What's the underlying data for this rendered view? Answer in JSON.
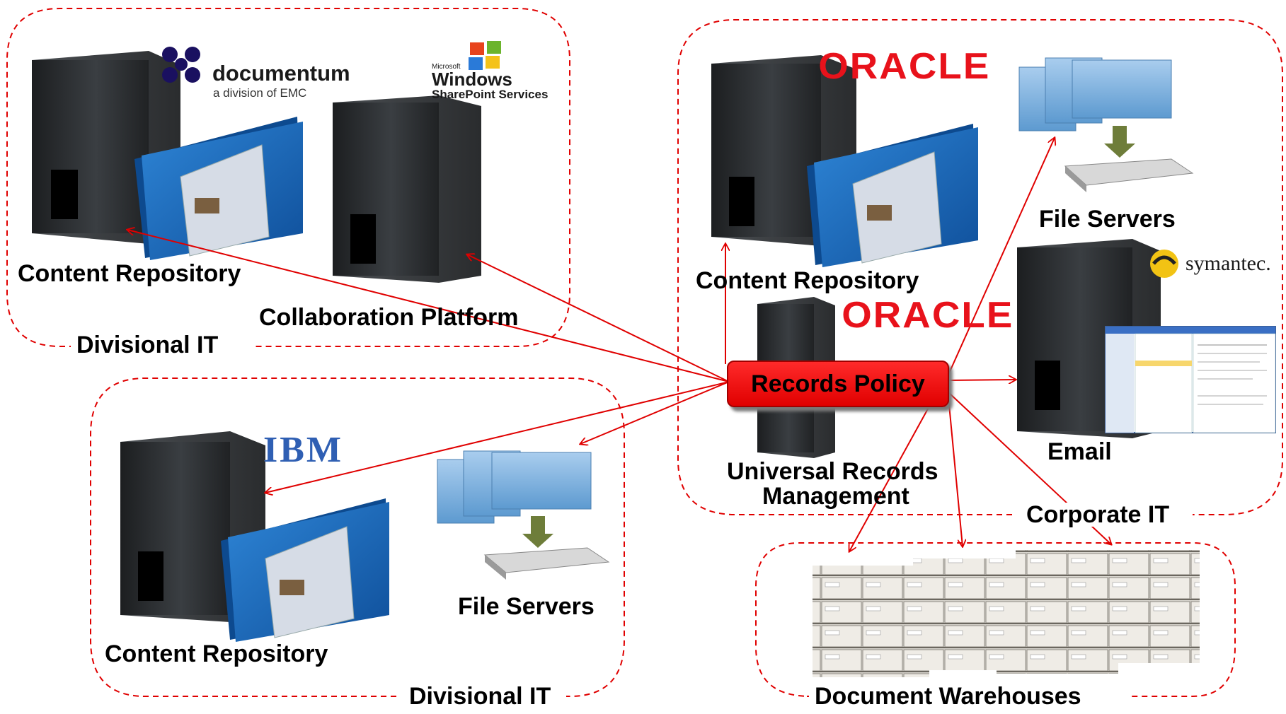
{
  "groups": {
    "divisional_top": "Divisional IT",
    "divisional_bottom": "Divisional IT",
    "corporate": "Corporate IT",
    "warehouses": "Document Warehouses"
  },
  "nodes": {
    "content_repo_top_left": "Content Repository",
    "collaboration_platform": "Collaboration Platform",
    "content_repo_bottom_left": "Content Repository",
    "file_servers_bottom_left": "File Servers",
    "content_repo_corporate": "Content Repository",
    "file_servers_corporate": "File Servers",
    "urm_line1": "Universal Records",
    "urm_line2": "Management",
    "email": "Email",
    "records_policy": "Records Policy"
  },
  "logos": {
    "documentum_name": "documentum",
    "documentum_sub": "a division of EMC",
    "windows_microsoft": "Microsoft",
    "windows_name": "Windows",
    "windows_sharepoint": "SharePoint Services",
    "oracle_1": "ORACLE",
    "oracle_2": "ORACLE",
    "ibm": "IBM",
    "symantec": "symantec."
  },
  "colors": {
    "accent_red": "#e00000",
    "folder_blue": "#1f6fbf",
    "folder_light_blue": "#7fb4e0",
    "server_dark": "#2b2e31"
  }
}
